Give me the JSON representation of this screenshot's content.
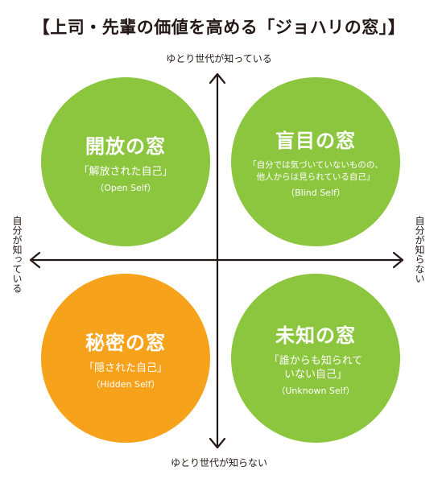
{
  "title": "【上司・先輩の価値を高める「ジョハリの窓」】",
  "axes": {
    "top": "ゆとり世代が知っている",
    "bottom": "ゆとり世代が知らない",
    "left": "自分が知っている",
    "right": "自分が知らない"
  },
  "windows": [
    {
      "title": "開放の窓",
      "subtitle": "「解放された自己」",
      "english": "（Open Self）",
      "color": "#8cc63f"
    },
    {
      "title": "盲目の窓",
      "subtitle": "「自分では気づいていないものの、\n他人からは見られている自己」",
      "english": "（Blind Self）",
      "color": "#8cc63f"
    },
    {
      "title": "秘密の窓",
      "subtitle": "「隠された自己」",
      "english": "（Hidden Self）",
      "color": "#f7a21b"
    },
    {
      "title": "未知の窓",
      "subtitle": "「誰からも知られて\nいない自己」",
      "english": "（Unknown Self）",
      "color": "#8cc63f"
    }
  ]
}
